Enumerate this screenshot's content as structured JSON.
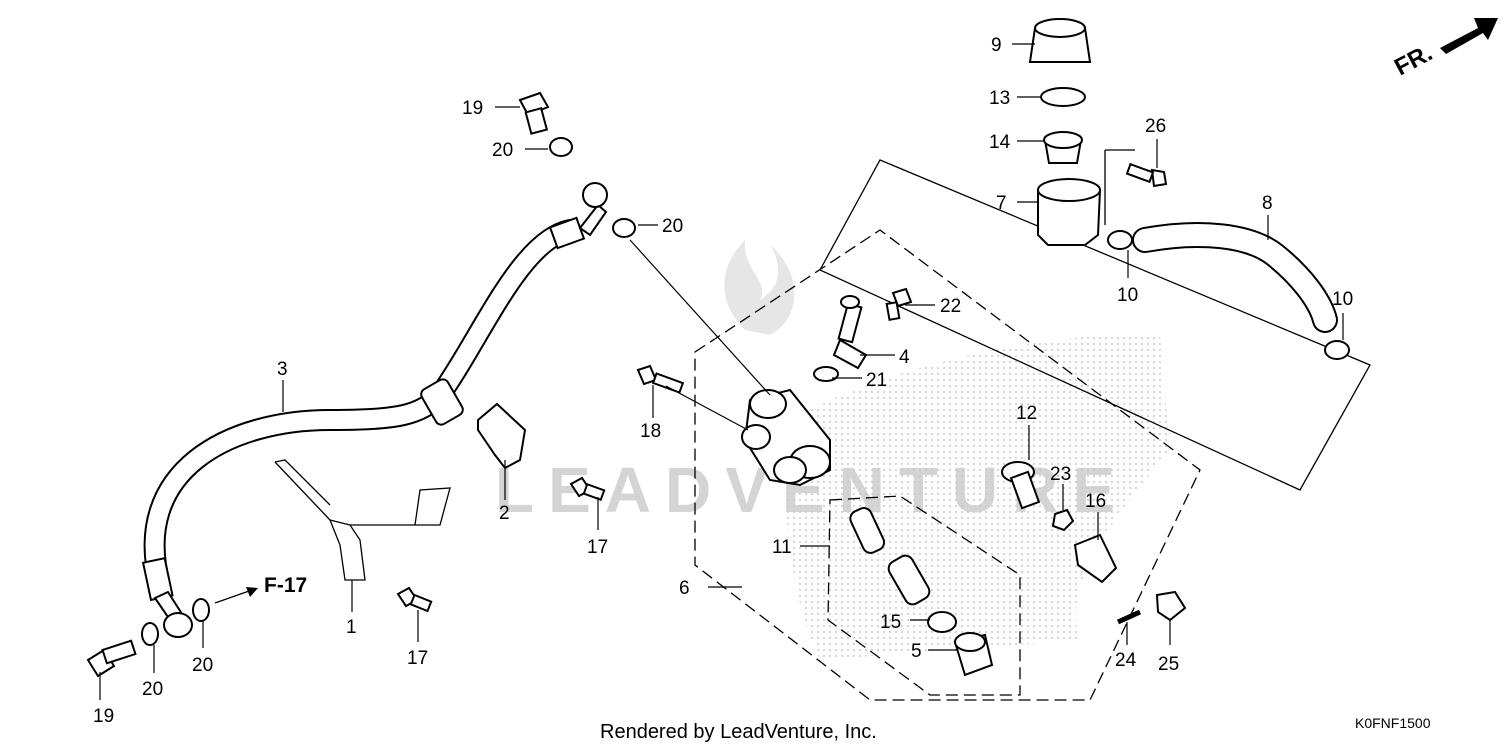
{
  "watermark": {
    "text": "LEADVENTURE"
  },
  "direction_indicator": {
    "label": "FR."
  },
  "cross_reference": {
    "label": "F-17"
  },
  "callouts": {
    "c1": "1",
    "c2": "2",
    "c3": "3",
    "c4": "4",
    "c5": "5",
    "c6": "6",
    "c7": "7",
    "c8": "8",
    "c9": "9",
    "c10a": "10",
    "c10b": "10",
    "c11": "11",
    "c12": "12",
    "c13": "13",
    "c14": "14",
    "c15": "15",
    "c16": "16",
    "c17a": "17",
    "c17b": "17",
    "c18": "18",
    "c19a": "19",
    "c19b": "19",
    "c20a": "20",
    "c20b": "20",
    "c20c": "20",
    "c20d": "20",
    "c21": "21",
    "c22": "22",
    "c23": "23",
    "c24": "24",
    "c25": "25",
    "c26": "26"
  },
  "footer": {
    "rendered_by": "Rendered by LeadVenture, Inc.",
    "diagram_code": "K0FNF1500"
  }
}
